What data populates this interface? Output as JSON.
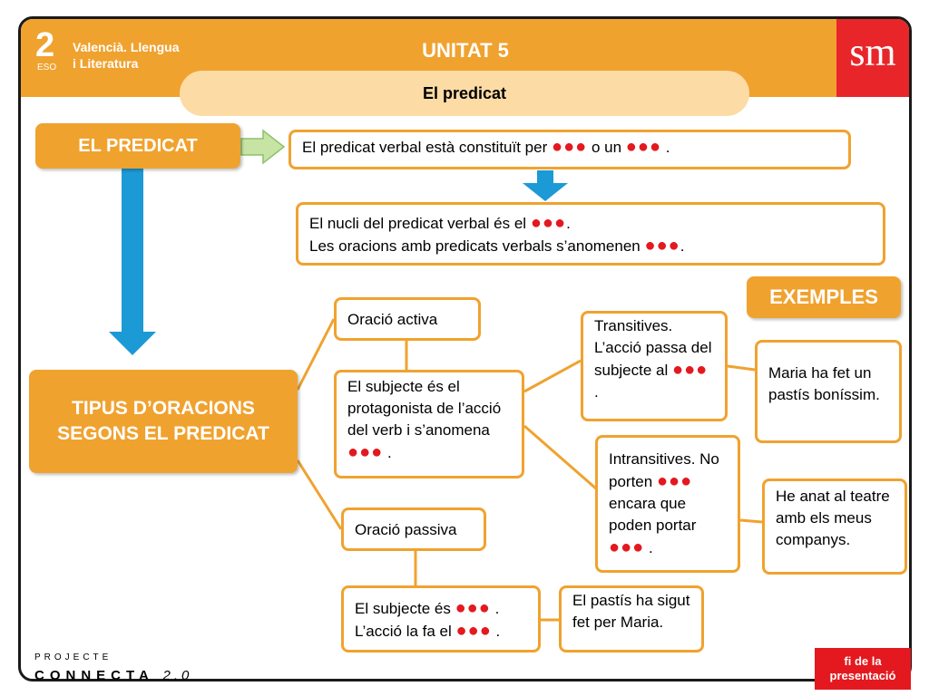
{
  "header": {
    "grade_number": "2",
    "grade_level": "ESO",
    "subject_line1": "Valencià. Llengua",
    "subject_line2": "i Literatura",
    "unit_title": "UNITAT 5",
    "logo_text": "sm",
    "subtitle": "El predicat"
  },
  "colors": {
    "accent_orange": "#f0a22f",
    "pill": "#fcdba5",
    "arrow_blue": "#1b9ad6",
    "dots_red": "#e3191f",
    "logo_red": "#e8262a"
  },
  "dots": "●●●",
  "diagram": {
    "el_predicat": "EL PREDICAT",
    "intro": {
      "text_a": "El predicat verbal està constituït per",
      "text_b": "o un",
      "text_c": "."
    },
    "nucleus": {
      "line1_a": "El nucli del predicat verbal és el",
      "line1_b": ".",
      "line2_a": "Les oracions amb predicats verbals s’anomenen",
      "line2_b": "."
    },
    "tipus": "TIPUS D’ORACIONS SEGONS EL PREDICAT",
    "exemples": "EXEMPLES",
    "activa": "Oració activa",
    "subjecte_activa": {
      "text": "El subjecte és el protagonista de l’acció del verb i s’anomena",
      "end": "."
    },
    "transitives": {
      "text": "Transitives. L’acció passa del subjecte al",
      "end": "."
    },
    "example_transitive": "Maria ha fet un pastís boníssim.",
    "intransitives": {
      "text_a": "Intransitives. No porten",
      "text_b": "encara que poden portar",
      "end": "."
    },
    "example_intransitive": "He anat al teatre amb els meus companys.",
    "passiva": "Oració passiva",
    "subjecte_passiva": {
      "line1": "El subjecte és",
      "line1_end": ".",
      "line2": "L’acció la fa el",
      "line2_end": "."
    },
    "example_passive": "El pastís ha sigut fet per Maria."
  },
  "footer": {
    "brand_top": "PROJECTE",
    "brand_main": "CONNECTA",
    "brand_version": "2.0",
    "end_button": "fi de la presentació"
  }
}
